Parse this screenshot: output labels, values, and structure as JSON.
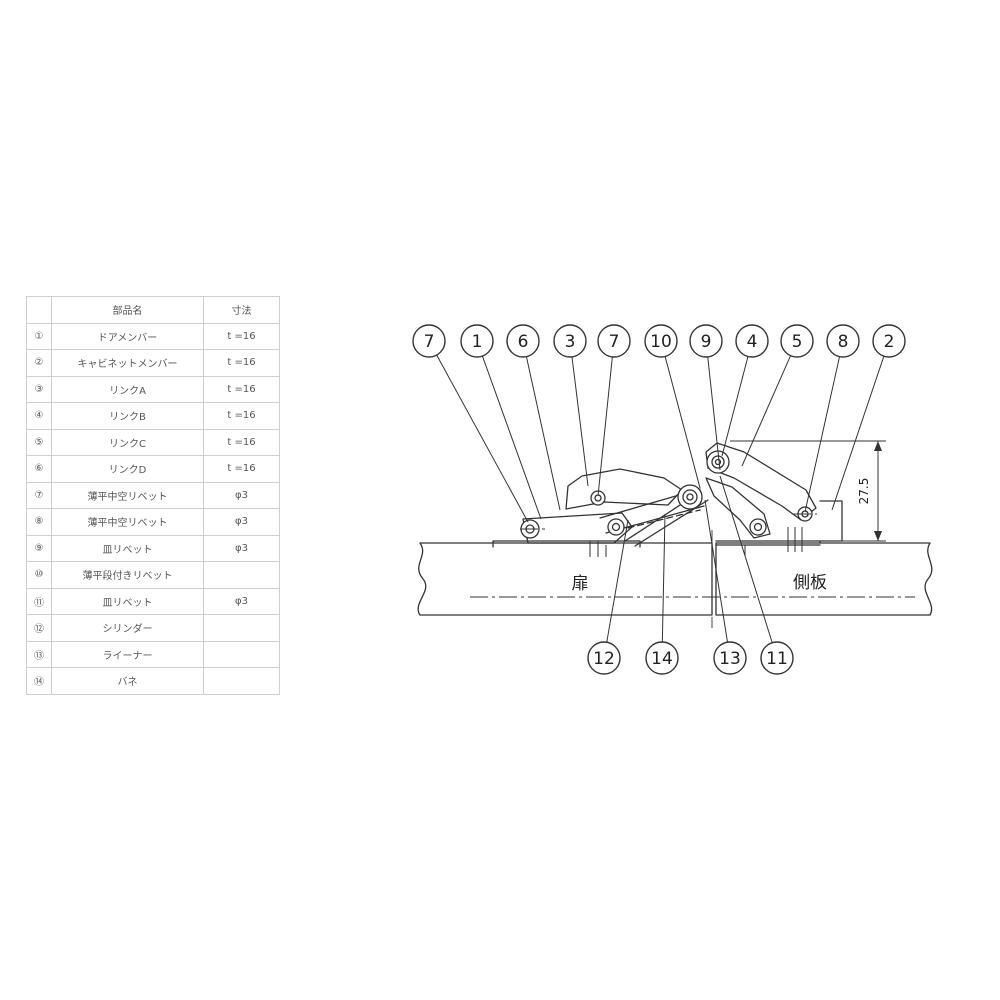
{
  "table": {
    "headers": {
      "no": "",
      "name": "部品名",
      "size": "寸法"
    },
    "rows": [
      {
        "no": "①",
        "name": "ドアメンバー",
        "size": "t =16"
      },
      {
        "no": "②",
        "name": "キャビネットメンバー",
        "size": "t =16"
      },
      {
        "no": "③",
        "name": "リンクA",
        "size": "t =16"
      },
      {
        "no": "④",
        "name": "リンクB",
        "size": "t =16"
      },
      {
        "no": "⑤",
        "name": "リンクC",
        "size": "t =16"
      },
      {
        "no": "⑥",
        "name": "リンクD",
        "size": "t =16"
      },
      {
        "no": "⑦",
        "name": "薄平中空リベット",
        "size": "φ3"
      },
      {
        "no": "⑧",
        "name": "薄平中空リベット",
        "size": "φ3"
      },
      {
        "no": "⑨",
        "name": "皿リベット",
        "size": "φ3"
      },
      {
        "no": "⑩",
        "name": "薄平段付きリベット",
        "size": ""
      },
      {
        "no": "⑪",
        "name": "皿リベット",
        "size": "φ3"
      },
      {
        "no": "⑫",
        "name": "シリンダー",
        "size": ""
      },
      {
        "no": "⑬",
        "name": "ライーナー",
        "size": ""
      },
      {
        "no": "⑭",
        "name": "バネ",
        "size": ""
      }
    ]
  },
  "drawing": {
    "top_callouts": [
      "7",
      "1",
      "6",
      "3",
      "7",
      "10",
      "9",
      "4",
      "5",
      "8",
      "2"
    ],
    "bottom_callouts": [
      "12",
      "14",
      "13",
      "11"
    ],
    "door_label": "扉",
    "side_panel_label": "側板",
    "dimension_label": "27.5",
    "line_color": "#333333"
  }
}
